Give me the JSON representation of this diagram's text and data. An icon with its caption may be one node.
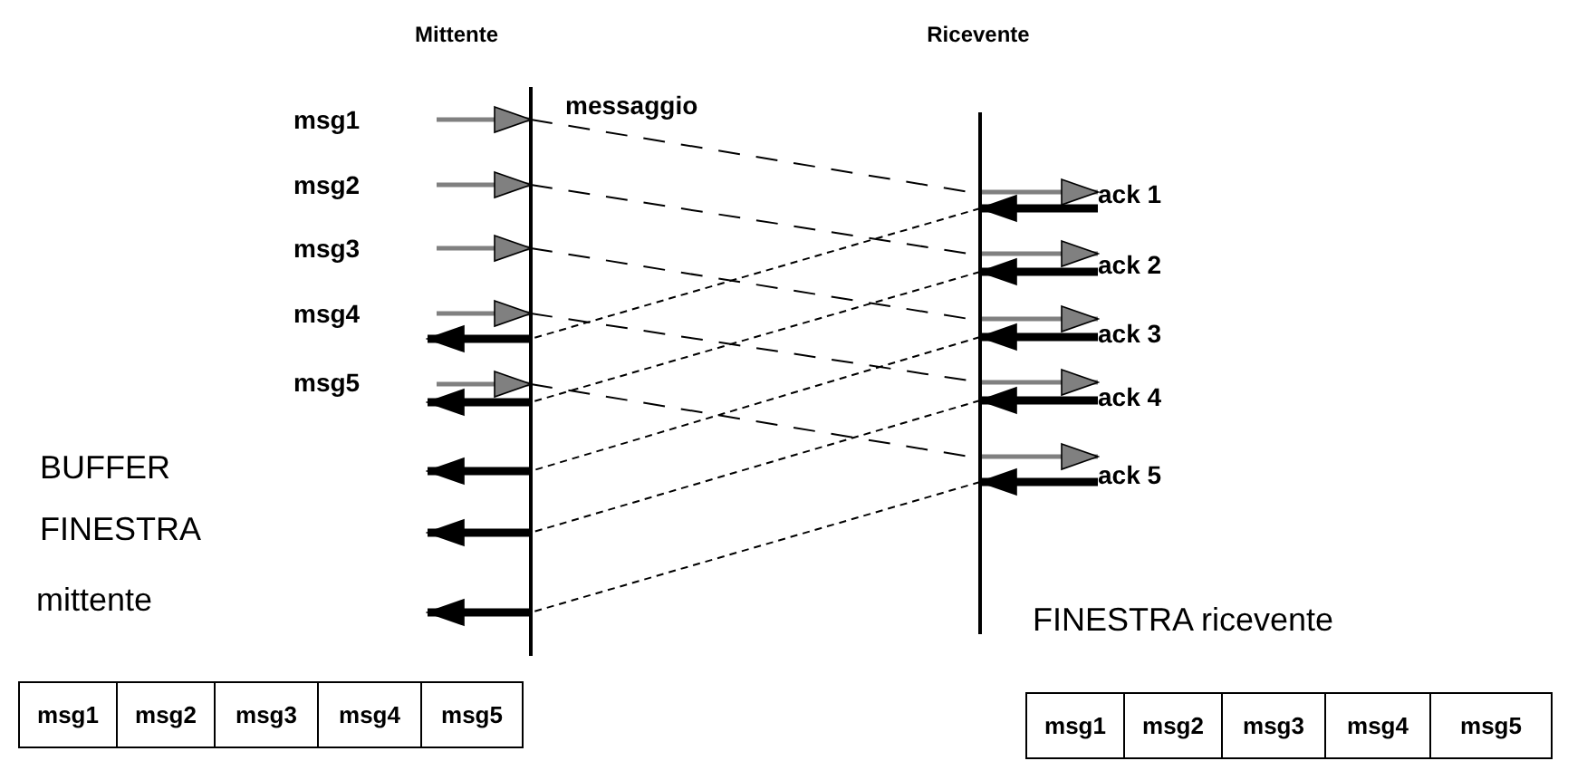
{
  "diagram": {
    "nodes": [
      {
        "text": [],
        "shape": "bar"
      },
      {
        "text": [],
        "shape": "bar"
      },
      {
        "text": [
          "ack 1"
        ]
      },
      {
        "text": [
          "ack 2"
        ]
      },
      {
        "text": [
          "ack 3"
        ]
      },
      {
        "text": [
          "ack 4"
        ]
      },
      {
        "text": [
          "ack 5"
        ]
      }
    ],
    "edges": [
      {
        "from": null,
        "to": 0,
        "arrow": "to",
        "color": "#808080"
      },
      {
        "from": null,
        "to": 0,
        "arrow": "to",
        "color": "#808080"
      },
      {
        "from": null,
        "to": 0,
        "arrow": "to",
        "color": "#808080"
      },
      {
        "from": null,
        "to": 0,
        "arrow": "to",
        "color": "#808080"
      },
      {
        "from": null,
        "to": 0,
        "arrow": "to",
        "color": "#808080"
      },
      {
        "from": 0,
        "to": 1,
        "arrow": "none",
        "style": "dashed",
        "label": "messaggio"
      },
      {
        "from": 0,
        "to": 1,
        "arrow": "none",
        "style": "dashed"
      },
      {
        "from": 0,
        "to": 1,
        "arrow": "none",
        "style": "dashed"
      },
      {
        "from": 0,
        "to": 1,
        "arrow": "none",
        "style": "dashed"
      },
      {
        "from": 0,
        "to": 1,
        "arrow": "none",
        "style": "dashed"
      },
      {
        "from": 1,
        "to": 2,
        "arrow": "to",
        "color": "#808080"
      },
      {
        "from": 1,
        "to": 3,
        "arrow": "to",
        "color": "#808080"
      },
      {
        "from": 1,
        "to": 4,
        "arrow": "to",
        "color": "#808080"
      },
      {
        "from": 1,
        "to": 5,
        "arrow": "to",
        "color": "#808080"
      },
      {
        "from": 1,
        "to": 6,
        "arrow": "to",
        "color": "#808080"
      },
      {
        "from": 2,
        "to": 1,
        "arrow": "to",
        "style": "thick"
      },
      {
        "from": 3,
        "to": 1,
        "arrow": "to",
        "style": "thick"
      },
      {
        "from": 4,
        "to": 1,
        "arrow": "to",
        "style": "thick"
      },
      {
        "from": 5,
        "to": 1,
        "arrow": "to",
        "style": "thick"
      },
      {
        "from": 6,
        "to": 1,
        "arrow": "to",
        "style": "thick"
      },
      {
        "from": 1,
        "to": 0,
        "arrow": "none",
        "style": "dashed"
      },
      {
        "from": 1,
        "to": 0,
        "arrow": "none",
        "style": "dashed"
      },
      {
        "from": 1,
        "to": 0,
        "arrow": "none",
        "style": "dashed"
      },
      {
        "from": 1,
        "to": 0,
        "arrow": "none",
        "style": "dashed"
      },
      {
        "from": 1,
        "to": 0,
        "arrow": "none",
        "style": "dashed"
      },
      {
        "from": 0,
        "to": null,
        "arrow": "to",
        "style": "thick"
      },
      {
        "from": 0,
        "to": null,
        "arrow": "to",
        "style": "thick"
      },
      {
        "from": 0,
        "to": null,
        "arrow": "to",
        "style": "thick"
      },
      {
        "from": 0,
        "to": null,
        "arrow": "to",
        "style": "thick"
      },
      {
        "from": 0,
        "to": null,
        "arrow": "to",
        "style": "thick"
      }
    ],
    "labels": [
      "Mittente",
      "Ricevente",
      "msg1",
      "msg2",
      "msg3",
      "msg4",
      "msg5",
      "BUFFER",
      "FINESTRA",
      "mittente",
      "FINESTRA ricevente",
      "msg1",
      "msg2",
      "msg3",
      "msg4",
      "msg5",
      "msg1",
      "msg2",
      "msg3",
      "msg4",
      "msg5"
    ]
  }
}
